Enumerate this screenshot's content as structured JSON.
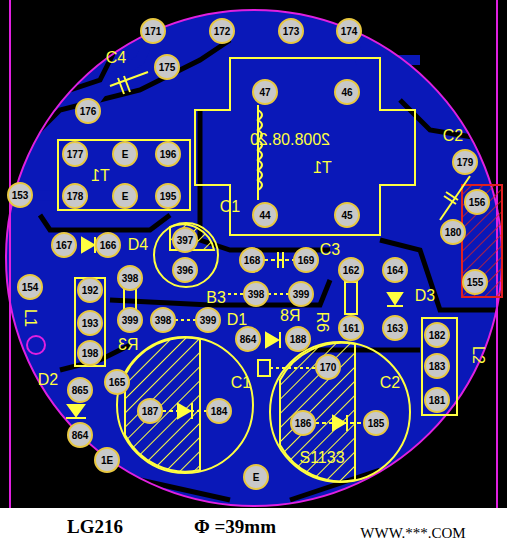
{
  "diagram": {
    "labels": [
      "171",
      "172",
      "173",
      "174",
      "175",
      "176",
      "47",
      "46",
      "177",
      "E",
      "196",
      "178",
      "E",
      "195",
      "179",
      "156",
      "180",
      "153",
      "44",
      "45",
      "397",
      "396",
      "167",
      "166",
      "168",
      "169",
      "162",
      "164",
      "154",
      "192",
      "193",
      "198",
      "398",
      "399",
      "398",
      "399",
      "398",
      "399",
      "864",
      "188",
      "161",
      "163",
      "182",
      "183",
      "181",
      "170",
      "865",
      "165",
      "187",
      "184",
      "186",
      "185",
      "864",
      "1E",
      "E",
      "155",
      "C4",
      "C2",
      "T1",
      "2008.08.20",
      "T1",
      "C1",
      "D4",
      "C3",
      "D3",
      "B3",
      "D1",
      "R8",
      "R6",
      "L1",
      "R3",
      "L2",
      "D2",
      "C1",
      "C2",
      "S1133",
      "LG216",
      "Φ =39mm",
      "WWW.***.COM"
    ]
  }
}
